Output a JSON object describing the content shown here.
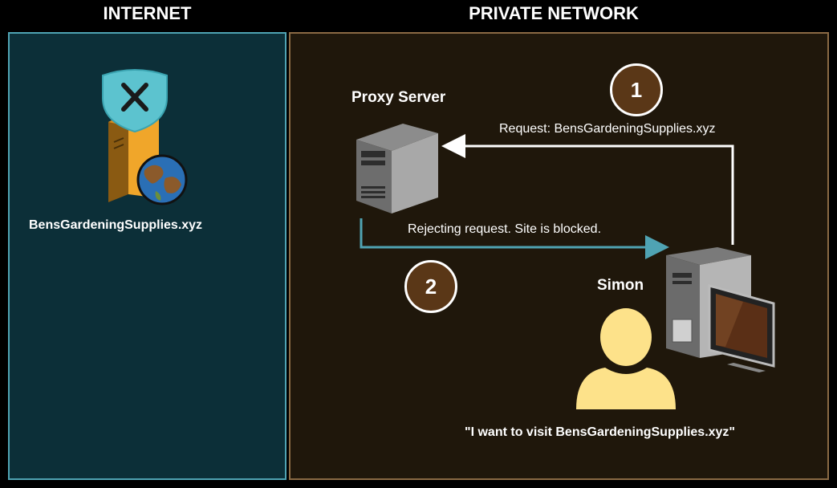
{
  "zones": {
    "internet": {
      "title": "INTERNET"
    },
    "private": {
      "title": "PRIVATE NETWORK"
    }
  },
  "internet_site": {
    "label": "BensGardeningSupplies.xyz"
  },
  "proxy": {
    "label": "Proxy Server"
  },
  "user": {
    "name": "Simon",
    "quote": "\"I want to visit BensGardeningSupplies.xyz\""
  },
  "steps": [
    {
      "number": "1",
      "text": "Request: BensGardeningSupplies.xyz"
    },
    {
      "number": "2",
      "text": "Rejecting request. Site is blocked."
    }
  ],
  "colors": {
    "internet_bg": "#0c2f38",
    "internet_border": "#4fa3b3",
    "private_bg": "#1f170b",
    "private_border": "#8a6a44",
    "request_arrow": "#ffffff",
    "reject_arrow": "#4fa3b3",
    "badge_fill": "#5a3717",
    "user_figure": "#fde28a"
  },
  "icons": {
    "blocked_site": "server-with-shield-x-and-globe-icon",
    "proxy": "server-tower-icon",
    "user": "person-icon",
    "workstation": "desktop-computer-icon"
  }
}
